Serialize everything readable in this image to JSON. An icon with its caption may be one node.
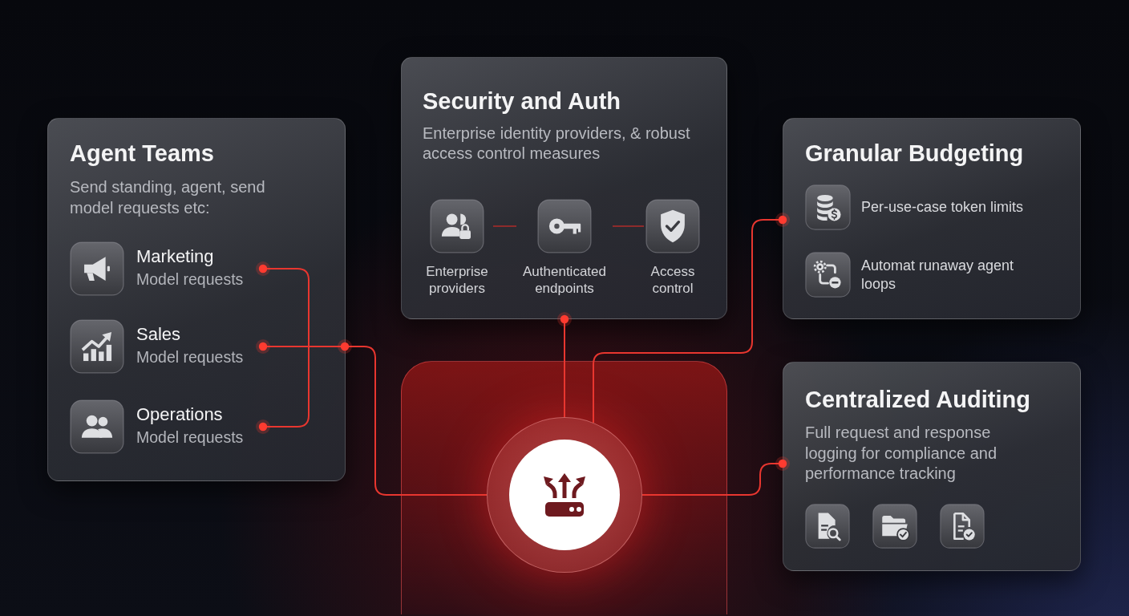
{
  "diagram": {
    "nodes": [
      {
        "text": [
          "Agent Teams",
          "Send standing, agent, send model requests etc:"
        ]
      },
      {
        "text": [
          "Marketing",
          "Model requests"
        ],
        "in": 0
      },
      {
        "text": [
          "Sales",
          "Model requests"
        ],
        "in": 0
      },
      {
        "text": [
          "Operations",
          "Model requests"
        ],
        "in": 0
      },
      {
        "text": [
          "Security and Auth",
          "Enterprise identity providers, & robust access control measures"
        ]
      },
      {
        "text": [
          "Enterprise providers"
        ],
        "in": 4
      },
      {
        "text": [
          "Authenticated endpoints"
        ],
        "in": 4
      },
      {
        "text": [
          "Access control"
        ],
        "in": 4
      },
      {
        "text": [
          "Granular Budgeting"
        ]
      },
      {
        "text": [
          "Per-use-case token limits"
        ],
        "in": 8
      },
      {
        "text": [
          "Automat runaway agent loops"
        ],
        "in": 8
      },
      {
        "text": [],
        "shape": "box"
      },
      {
        "text": [],
        "shape": "circle",
        "in": 11
      },
      {
        "text": [
          "Centralized Auditing",
          "Full request and response logging for compliance and performance tracking"
        ]
      },
      {
        "text": [],
        "shape": "box",
        "in": 13
      },
      {
        "text": [],
        "shape": "box",
        "in": 13
      },
      {
        "text": [],
        "shape": "box",
        "in": 13
      }
    ],
    "edges": [
      {
        "from": 1,
        "to": 12,
        "arrow": "other"
      },
      {
        "from": 2,
        "to": 12,
        "arrow": "other"
      },
      {
        "from": 3,
        "to": 12,
        "arrow": "other"
      },
      {
        "from": 5,
        "to": 6,
        "arrow": "none",
        "color": "#8e2b2b"
      },
      {
        "from": 6,
        "to": 7,
        "arrow": "none",
        "color": "#8e2b2b"
      },
      {
        "from": 4,
        "to": 12,
        "arrow": "other"
      },
      {
        "from": 8,
        "to": 12,
        "arrow": "other"
      },
      {
        "from": 13,
        "to": 12,
        "arrow": "other"
      }
    ]
  }
}
